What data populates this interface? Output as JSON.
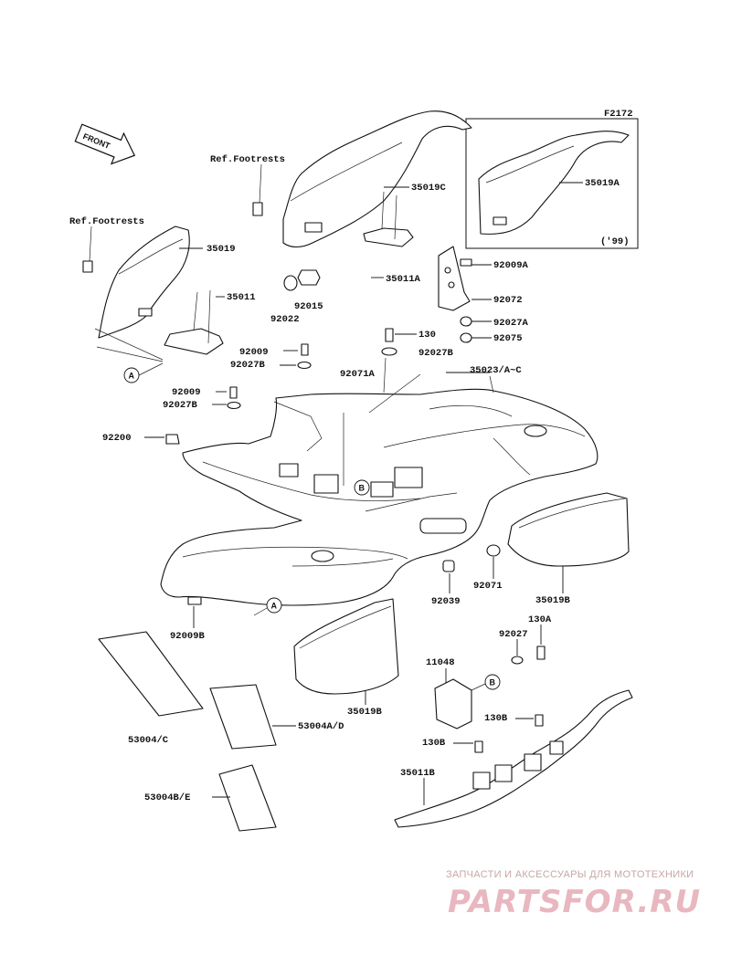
{
  "front_label": "FRONT",
  "variant_box": {
    "code": "F2172",
    "year": "('99)",
    "part": "35019A"
  },
  "refs": {
    "footrests_1": "Ref.Footrests",
    "footrests_2": "Ref.Footrests"
  },
  "parts": {
    "p35019C": "35019C",
    "p35011A": "35011A",
    "p35019": "35019",
    "p35011": "35011",
    "p92015": "92015",
    "p92022": "92022",
    "p92009A": "92009A",
    "p92072": "92072",
    "p92027A": "92027A",
    "p92075": "92075",
    "p130": "130",
    "p92027B_a": "92027B",
    "p92009_a": "92009",
    "p92027B_b": "92027B",
    "p92071A": "92071A",
    "p35023": "35023/A~C",
    "p92009_b": "92009",
    "p92027B_c": "92027B",
    "p92200": "92200",
    "p92071": "92071",
    "p92039": "92039",
    "p35019B_a": "35019B",
    "p92009B": "92009B",
    "p92027": "92027",
    "p130A": "130A",
    "p11048": "11048",
    "p130B_a": "130B",
    "p130B_b": "130B",
    "p35019B_b": "35019B",
    "p53004A": "53004A/D",
    "p53004C": "53004/C",
    "p53004B": "53004B/E",
    "p35011B": "35011B"
  },
  "callouts": {
    "A": "A",
    "B": "B"
  },
  "watermark": {
    "tagline": "ЗАПЧАСТИ И АКСЕССУАРЫ ДЛЯ МОТОТЕХНИКИ",
    "logo": "PARTSFOR.RU"
  }
}
